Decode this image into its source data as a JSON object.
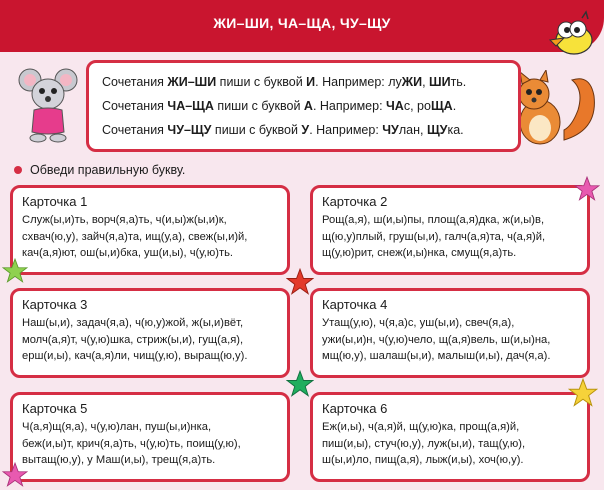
{
  "header": {
    "title": "ЖИ–ШИ,  ЧА–ЩА,  ЧУ–ЩУ"
  },
  "rules": [
    {
      "pre": "Сочетания ",
      "combo": "ЖИ–ШИ",
      "mid": " пиши с буквой ",
      "letter": "И",
      "ex_label": ". Например: ",
      "ex": [
        [
          "лу",
          ""
        ],
        [
          "ЖИ",
          ""
        ],
        [
          ", ",
          ""
        ],
        [
          "ШИ",
          ""
        ],
        [
          "ть.",
          ""
        ]
      ]
    },
    {
      "pre": "Сочетания ",
      "combo": "ЧА–ЩА",
      "mid": " пиши с буквой ",
      "letter": "А",
      "ex_label": ". Например: ",
      "ex": [
        [
          "ЧА",
          ""
        ],
        [
          "с, ро",
          ""
        ],
        [
          "ЩА",
          ""
        ],
        [
          ".",
          ""
        ]
      ]
    },
    {
      "pre": "Сочетания ",
      "combo": "ЧУ–ЩУ",
      "mid": " пиши с буквой ",
      "letter": "У",
      "ex_label": ". Например: ",
      "ex": [
        [
          "ЧУ",
          ""
        ],
        [
          "лан, ",
          ""
        ],
        [
          "ЩУ",
          ""
        ],
        [
          "ка.",
          ""
        ]
      ]
    }
  ],
  "rule_text": [
    {
      "a": "Сочетания ",
      "b": "ЖИ–ШИ",
      "c": " пиши с буквой ",
      "d": "И",
      "e": ". Например: лу",
      "f": "ЖИ",
      "g": ", ",
      "h": "ШИ",
      "i": "ть."
    },
    {
      "a": "Сочетания ",
      "b": "ЧА–ЩА",
      "c": " пиши с буквой ",
      "d": "А",
      "e": ". Например: ",
      "f": "ЧА",
      "g": "с, ро",
      "h": "ЩА",
      "i": "."
    },
    {
      "a": "Сочетания ",
      "b": "ЧУ–ЩУ",
      "c": " пиши с буквой ",
      "d": "У",
      "e": ". Например: ",
      "f": "ЧУ",
      "g": "лан, ",
      "h": "ЩУ",
      "i": "ка."
    }
  ],
  "instruction": "Обведи правильную букву.",
  "cards": [
    {
      "title": "Карточка 1",
      "lines": [
        "Служ(ы,и)ть, ворч(я,а)ть, ч(и,ы)ж(ы,и)к,",
        "схвач(ю,у), зайч(я,а)та, ищ(у,а), свеж(ы,и)й,",
        "кач(а,я)ют, ош(ы,и)бка, уш(и,ы), ч(у,ю)ть."
      ]
    },
    {
      "title": "Карточка 2",
      "lines": [
        "Рощ(а,я), ш(и,ы)пы, площ(а,я)дка, ж(и,ы)в,",
        "щ(ю,у)плый, груш(ы,и), галч(а,я)та, ч(а,я)й,",
        "щ(у,ю)рит, снеж(и,ы)нка, смущ(я,а)ть."
      ]
    },
    {
      "title": "Карточка 3",
      "lines": [
        "Наш(ы,и), задач(я,а), ч(ю,у)жой, ж(ы,и)вёт,",
        "молч(а,я)т, ч(у,ю)шка, стриж(ы,и), гущ(а,я),",
        "ерш(и,ы), кач(а,я)ли, чищ(у,ю), выращ(ю,у)."
      ]
    },
    {
      "title": "Карточка 4",
      "lines": [
        "Утащ(у,ю), ч(я,а)с, уш(ы,и), свеч(я,а),",
        "ужи(ы,и)н, ч(у,ю)чело, щ(а,я)вель, ш(и,ы)на,",
        "мщ(ю,у), шалаш(ы,и), малыш(и,ы), дач(я,а)."
      ]
    },
    {
      "title": "Карточка 5",
      "lines": [
        "Ч(а,я)щ(я,а), ч(у,ю)лан, пуш(ы,и)нка,",
        "беж(и,ы)т, крич(я,а)ть, ч(у,ю)ть, поищ(у,ю),",
        "вытащ(ю,у), у Маш(и,ы), трещ(я,а)ть."
      ]
    },
    {
      "title": "Карточка 6",
      "lines": [
        "Еж(и,ы), ч(а,я)й, щ(у,ю)ка, прощ(а,я)й,",
        "пиш(и,ы), стуч(ю,у), луж(ы,и), тащ(у,ю),",
        "ш(ы,и)ло, пищ(а,я), лыж(и,ы), хоч(ю,у)."
      ]
    }
  ],
  "colors": {
    "accent": "#c9152f",
    "border": "#d52e44",
    "background": "#f8e7ee"
  }
}
